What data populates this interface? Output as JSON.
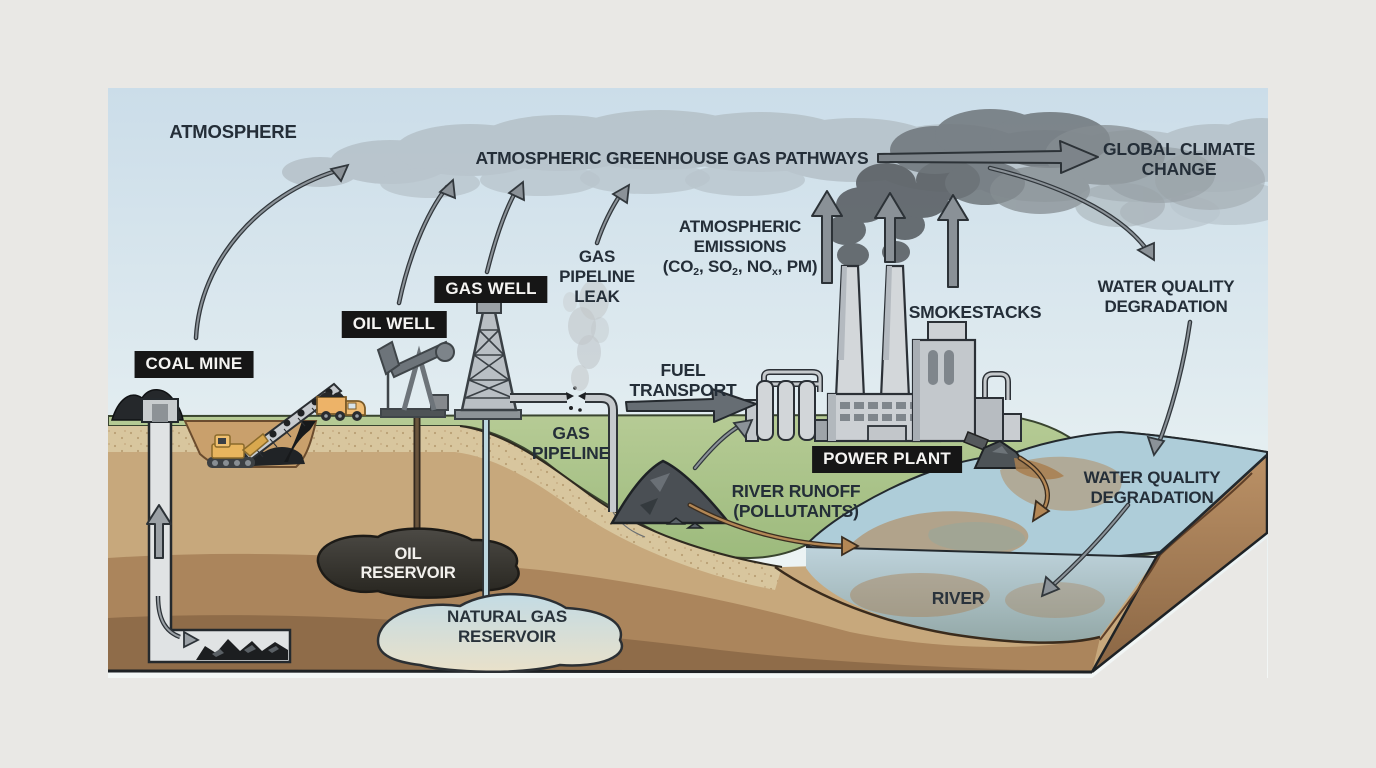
{
  "diagram_title_context": "fossil fuel extraction, power generation and pollution pathways",
  "labels": {
    "atmosphere": "ATMOSPHERE",
    "ghg_pathways": "ATMOSPHERIC GREENHOUSE GAS PATHWAYS",
    "global_climate_change": [
      "GLOBAL CLIMATE",
      "CHANGE"
    ],
    "atmospheric_emissions": [
      "ATMOSPHERIC",
      "EMISSIONS"
    ],
    "emissions_formula": {
      "p1": "(CO",
      "s1": "2",
      "p2": ", SO",
      "s2": "2",
      "p3": ", NO",
      "s3": "x",
      "p4": ", PM)"
    },
    "smokestacks": "SMOKESTACKS",
    "water_quality_upper": [
      "WATER QUALITY",
      "DEGRADATION"
    ],
    "gas_pipeline_leak": [
      "GAS",
      "PIPELINE",
      "LEAK"
    ],
    "fuel_transport": [
      "FUEL",
      "TRANSPORT"
    ],
    "gas_pipeline": [
      "GAS",
      "PIPELINE"
    ],
    "river_runoff": [
      "RIVER RUNOFF",
      "(POLLUTANTS)"
    ],
    "water_quality_lower": [
      "WATER QUALITY",
      "DEGRADATION"
    ],
    "river": "RIVER",
    "oil_reservoir": [
      "OIL",
      "RESERVOIR"
    ],
    "natural_gas_reservoir": [
      "NATURAL GAS",
      "RESERVOIR"
    ],
    "coal_mine": "COAL MINE",
    "oil_well": "OIL WELL",
    "gas_well": "GAS WELL",
    "power_plant": "POWER PLANT"
  },
  "colors": {
    "page_background": "#e9e8e5",
    "sky_top": "#cbdde9",
    "sky_bottom": "#f3f7f6",
    "cloud": "#b5c1c8",
    "smoke_dark": "#5d6368",
    "grass": "#a9c189",
    "soil_tan": "#d8c69e",
    "soil_mid": "#c7a87c",
    "soil_brown": "#ab855c",
    "soil_dark": "#8f6c49",
    "water": "#aecdd9",
    "pollution_brown": "#b38755",
    "coal_black": "#24272a",
    "label_box_bg": "#161616",
    "label_text_dark": "#242e38",
    "arrow_gray": "#8a9197",
    "machine_yellow": "#e8b55e",
    "truck_orange": "#edb368",
    "plant_gray": "#ccd0d4"
  }
}
